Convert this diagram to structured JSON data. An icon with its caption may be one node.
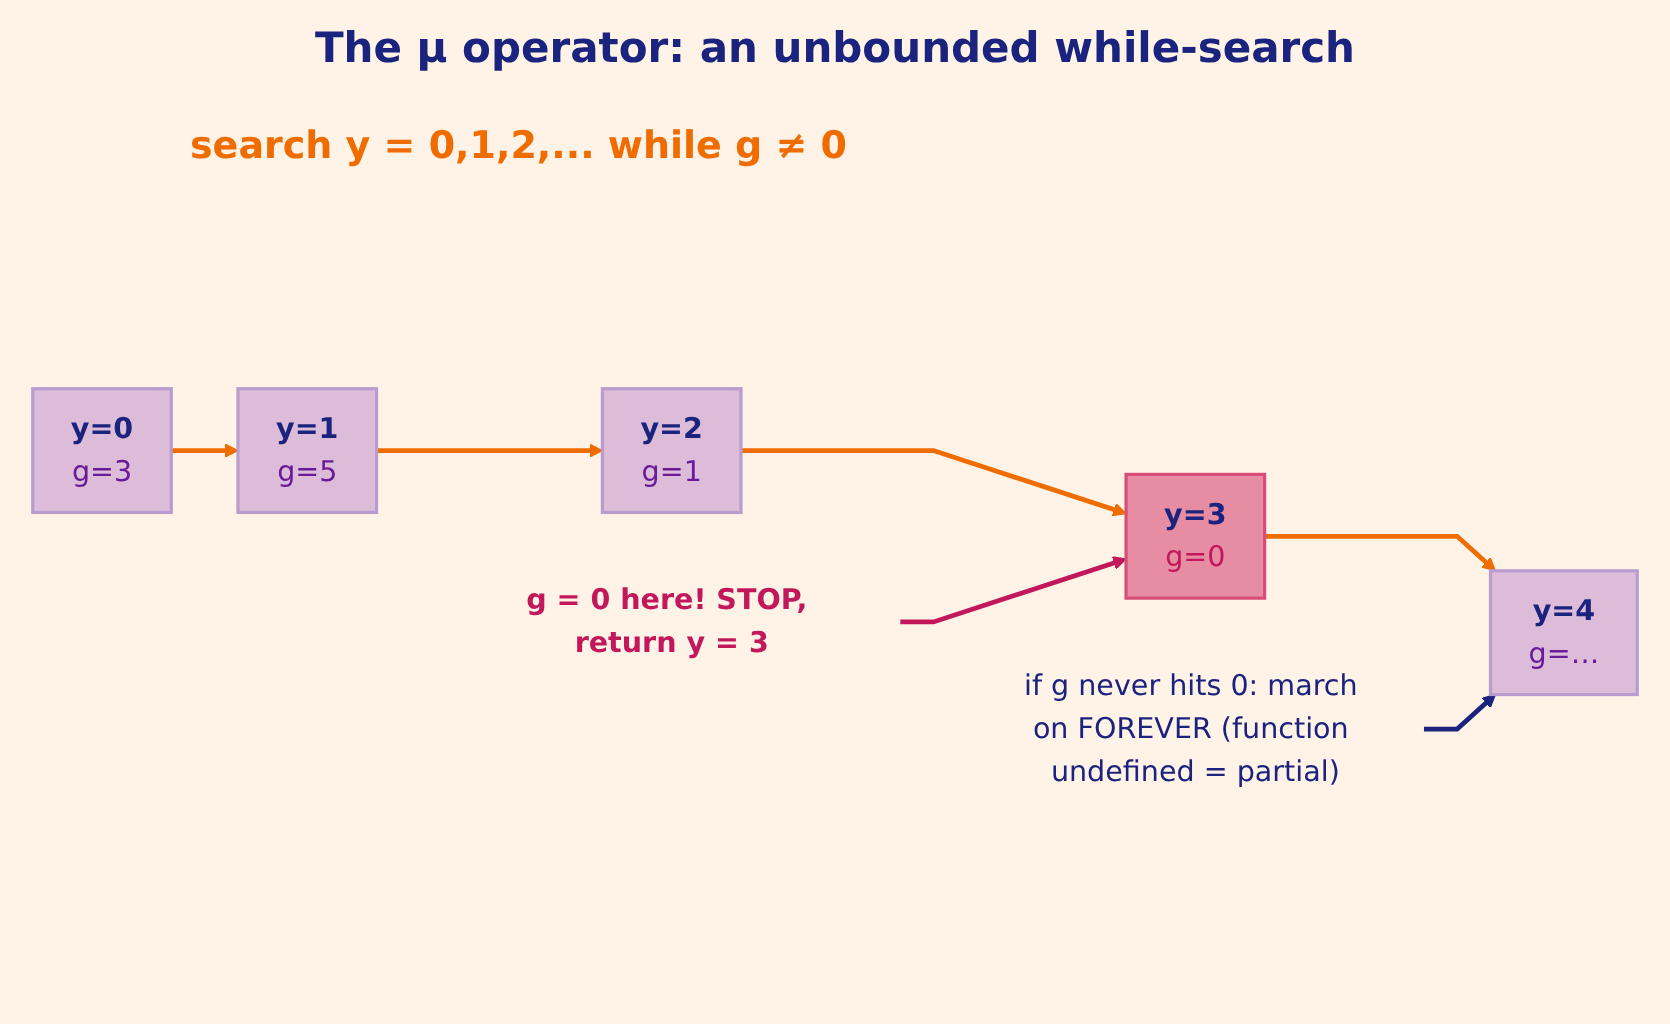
{
  "diagram": {
    "title": "The μ operator: an unbounded while-search",
    "nodes": [
      {
        "text": [
          "if g never hits 0: march on FOREVER (function undefined = partial)"
        ]
      },
      {
        "text": [
          "y=0",
          "g=3"
        ]
      },
      {
        "text": [
          "y=1",
          "g=5"
        ]
      },
      {
        "text": [
          "y=2",
          "g=1"
        ]
      },
      {
        "text": [
          "y=3",
          "g=0"
        ]
      },
      {
        "text": [
          "y=4",
          "g=…"
        ]
      },
      {
        "text": [
          "g = 0 here! STOP, return y = 3"
        ]
      }
    ],
    "edges": [
      {
        "from": 1,
        "to": 2,
        "arrow": "to"
      },
      {
        "from": 2,
        "to": 3,
        "arrow": "to"
      },
      {
        "from": 3,
        "to": 4,
        "arrow": "to"
      },
      {
        "from": 4,
        "to": 5,
        "arrow": "to"
      },
      {
        "from": 0,
        "to": 5,
        "arrow": "to",
        "color": "#1a237e"
      },
      {
        "from": 6,
        "to": 4,
        "arrow": "to",
        "color": "#c2185b"
      }
    ],
    "labels": [
      "search y = 0,1,2,... while g ≠ 0"
    ]
  }
}
